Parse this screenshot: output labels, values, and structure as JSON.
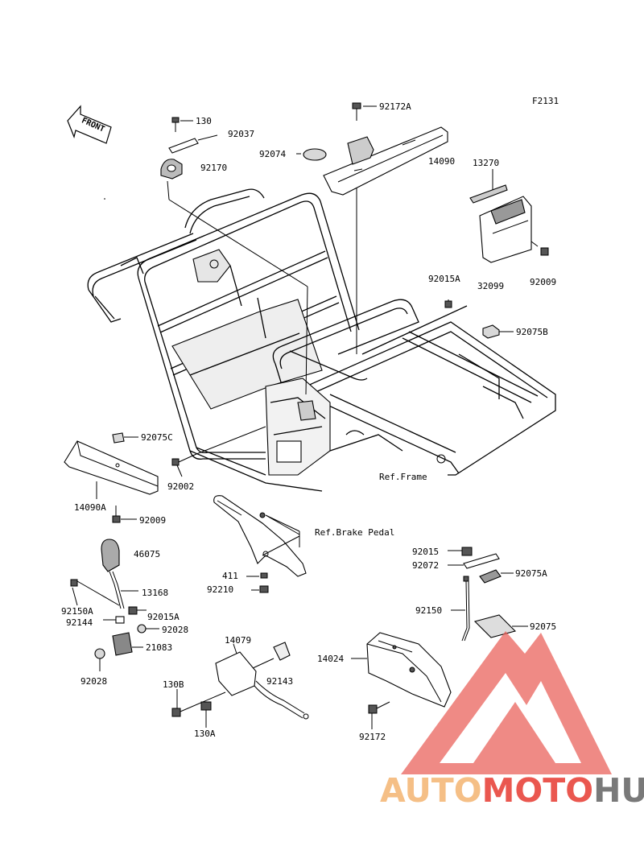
{
  "figure_code": "F2131",
  "front_label": "FRONT",
  "refs": {
    "frame": "Ref.Frame",
    "brake_pedal": "Ref.Brake Pedal"
  },
  "parts": {
    "p130": "130",
    "p92037": "92037",
    "p92170": "92170",
    "p92172A": "92172A",
    "p92074": "92074",
    "p14090": "14090",
    "p13270": "13270",
    "p32099": "32099",
    "p92009a": "92009",
    "p92015A_top": "92015A",
    "p92075B": "92075B",
    "p92075C": "92075C",
    "p92002": "92002",
    "p14090A": "14090A",
    "p92009b": "92009",
    "p46075": "46075",
    "p13168": "13168",
    "p92150A": "92150A",
    "p92015A_low": "92015A",
    "p92144": "92144",
    "p92028a": "92028",
    "p21083": "21083",
    "p92028b": "92028",
    "p411": "411",
    "p92210": "92210",
    "p92015": "92015",
    "p92072": "92072",
    "p92075A": "92075A",
    "p92150": "92150",
    "p92075": "92075",
    "p14079": "14079",
    "p92143": "92143",
    "p130B": "130B",
    "p130A": "130A",
    "p14024": "14024",
    "p92172": "92172"
  },
  "watermark": {
    "part1": "AUTO",
    "part2": "MOTO",
    "part3": "HUB",
    "colors": {
      "auto": "#f4b97a",
      "moto": "#e8453c",
      "hub": "#6b6b6b",
      "triangle": "#e85d55"
    }
  }
}
